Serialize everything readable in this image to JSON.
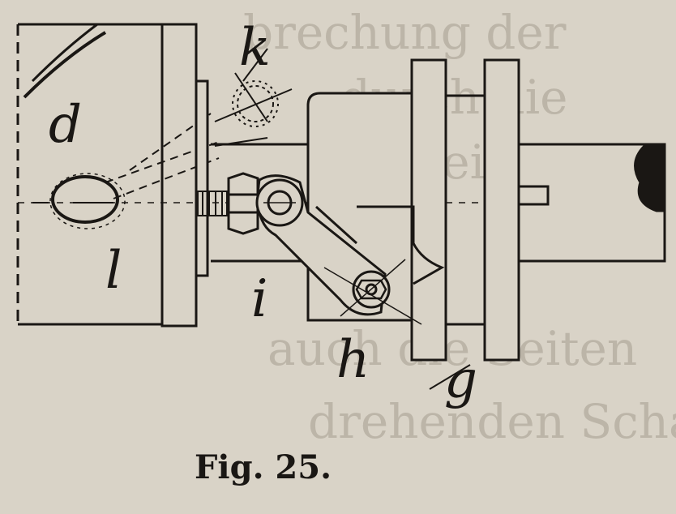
{
  "figure": {
    "caption": "Fig. 25.",
    "labels": {
      "d": "d",
      "k": "k",
      "l": "l",
      "i": "i",
      "h": "h",
      "g": "g"
    }
  },
  "bleed_text": {
    "line1": "brechung der",
    "line2": "durch die",
    "line3": "mit einem",
    "line4": "auch die Seiten",
    "line5": "drehenden Schaufeln in"
  },
  "colors": {
    "paper": "#d9d3c7",
    "ink": "#1a1714",
    "bleed": "#bcb5a8"
  }
}
